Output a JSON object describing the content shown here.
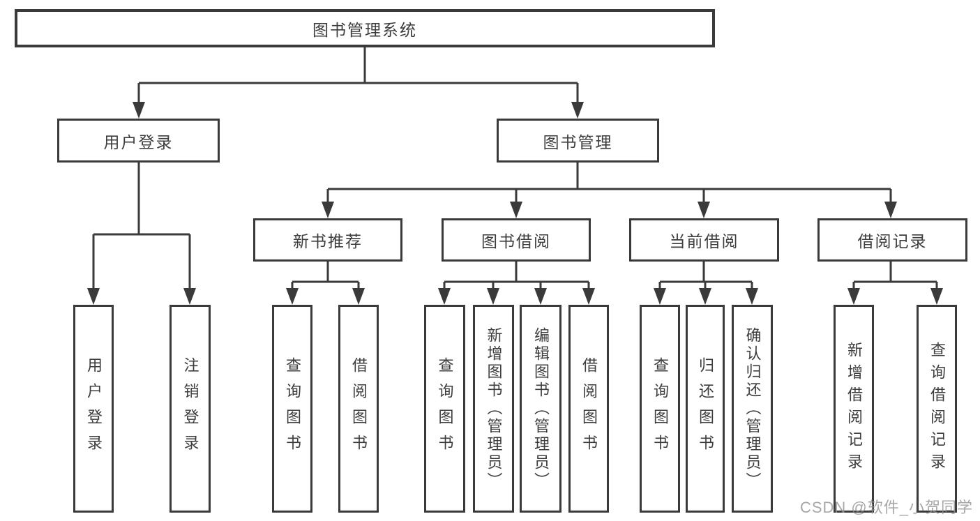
{
  "nodes": {
    "root": "图书管理系统",
    "user_login": "用户登录",
    "book_mgmt": "图书管理",
    "new_book_rec": "新书推荐",
    "book_borrow": "图书借阅",
    "current_borrow": "当前借阅",
    "borrow_records": "借阅记录",
    "leaves": {
      "login": "用户登录",
      "logout": "注销登录",
      "rec_query": "查询图书",
      "rec_borrow": "借阅图书",
      "bb_query": "查询图书",
      "bb_add": "新增图书（管理员）",
      "bb_edit": "编辑图书（管理员）",
      "bb_borrow": "借阅图书",
      "cb_query": "查询图书",
      "cb_return": "归还图书",
      "cb_confirm": "确认归还（管理员）",
      "br_add": "新增借阅记录",
      "br_query": "查询借阅记录"
    }
  },
  "watermark": {
    "text": "CSDN @软件_小贺同学"
  },
  "colors": {
    "line": "#3a3a3a",
    "box_border": "#3a3a3a",
    "text": "#3d3d3d",
    "background": "#ffffff",
    "watermark": "#919191"
  }
}
